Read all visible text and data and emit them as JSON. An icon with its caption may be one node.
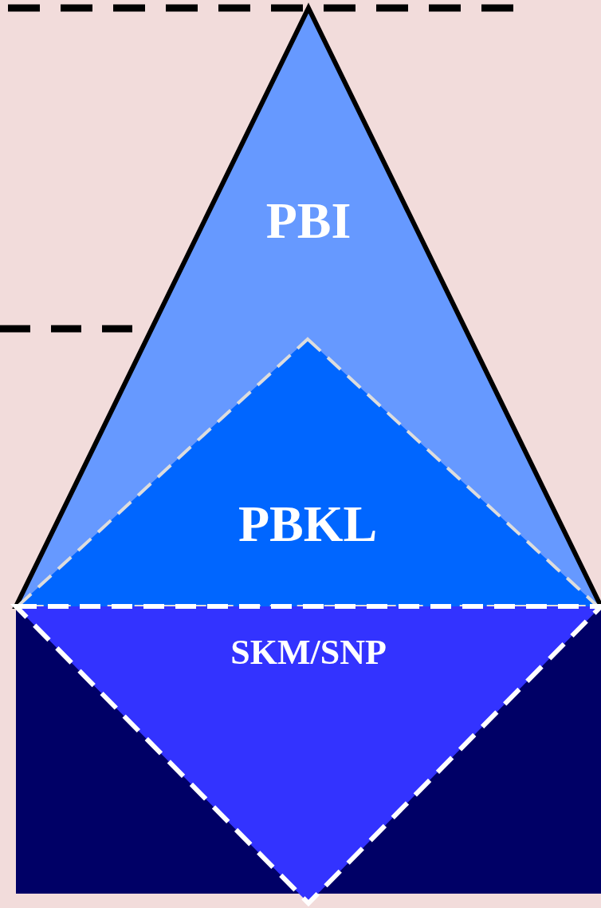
{
  "diagram": {
    "nodes": [
      {
        "text": [
          "PBI"
        ]
      },
      {
        "text": [
          "PBKL"
        ],
        "in": 0
      },
      {
        "text": [],
        "shape": "box"
      },
      {
        "text": [
          "SKM/SNP"
        ],
        "in": 2
      }
    ]
  }
}
